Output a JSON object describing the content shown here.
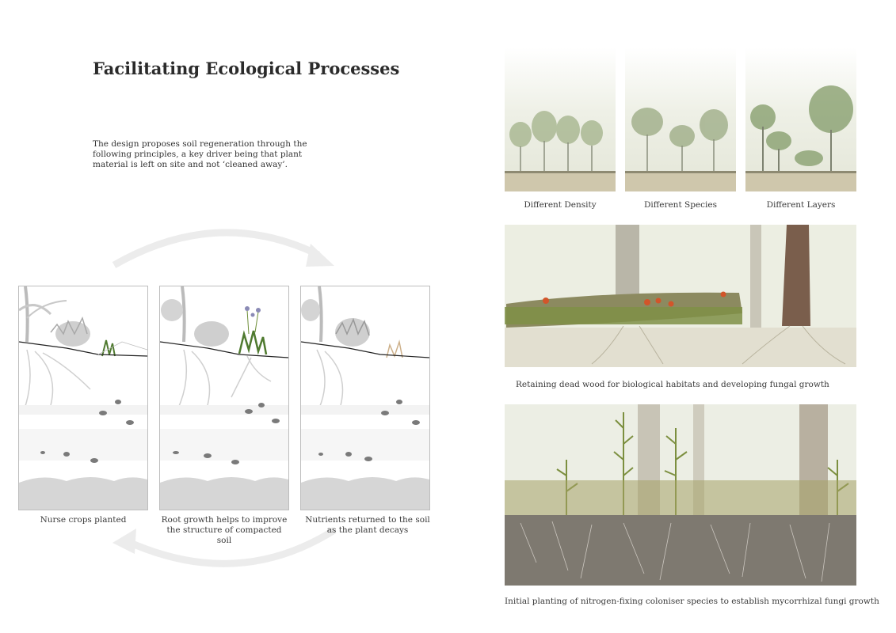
{
  "page": {
    "title": "Facilitating Ecological Processes",
    "intro": "The design proposes soil regeneration through the following principles, a key driver being that plant material is left on site and not ‘cleaned away’."
  },
  "cycle": {
    "stages": [
      {
        "caption": "Nurse crops planted"
      },
      {
        "caption": "Root growth helps to improve the structure of compacted soil"
      },
      {
        "caption": "Nutrients returned to the soil as the plant decays"
      }
    ]
  },
  "forest": {
    "variations": [
      {
        "caption": "Different Density"
      },
      {
        "caption": "Different Species"
      },
      {
        "caption": "Different Layers"
      }
    ],
    "deadwood_caption": "Retaining dead wood for biological habitats and developing fungal growth",
    "planting_caption": "Initial planting of nitrogen-fixing coloniser species to establish mycorrhizal fungi growth"
  },
  "colors": {
    "arrow": "#ececec",
    "panel_border": "#bdbdbd",
    "soil_grey": "#d6d6d6",
    "stone": "#7a7a7a",
    "grass_green": "#6f8f3a",
    "fungi_orange": "#d2552a"
  }
}
